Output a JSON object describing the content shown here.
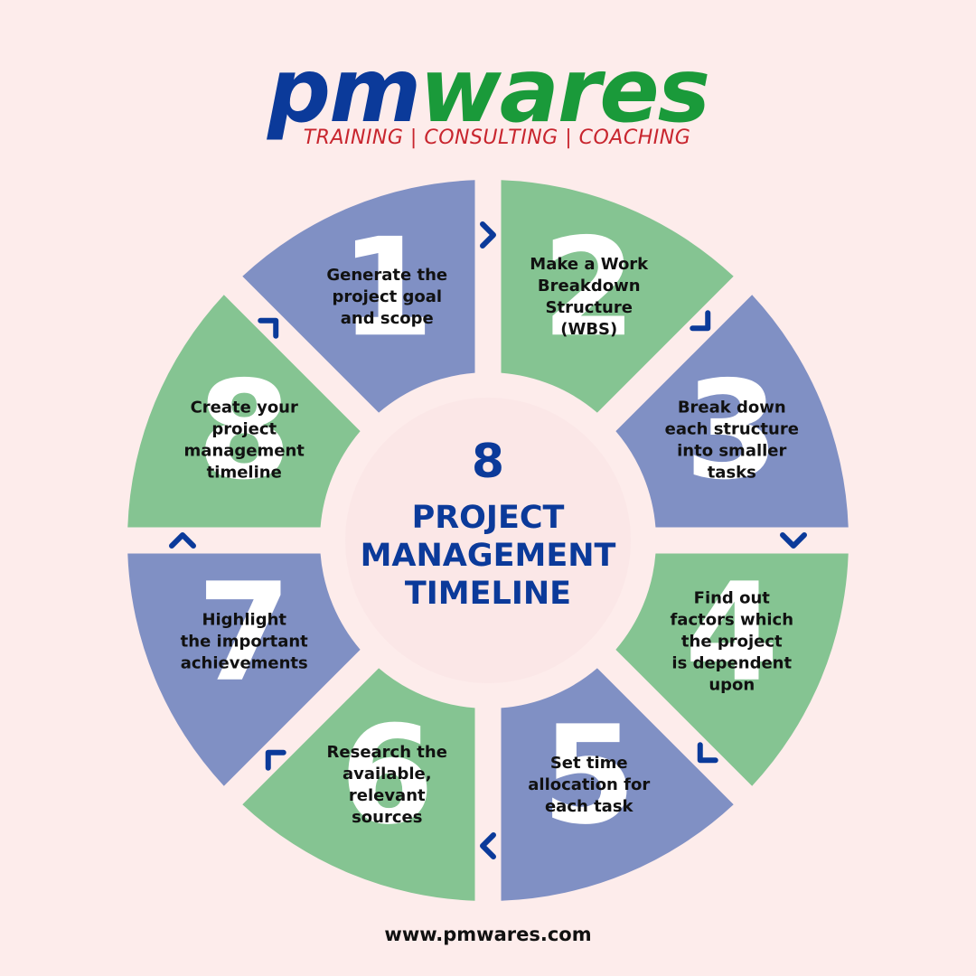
{
  "brand": {
    "logo_pm": "pm",
    "logo_wares": "wares",
    "tagline": "TRAINING | CONSULTING | COACHING",
    "colors": {
      "navy": "#0b3a9a",
      "green": "#1a9a3a",
      "red": "#c8252e"
    }
  },
  "center": {
    "number": "8",
    "lines": [
      "PROJECT",
      "MANAGEMENT",
      "TIMELINE"
    ]
  },
  "steps": [
    {
      "number": "1",
      "lines": [
        "Generate the",
        "project goal",
        "and scope"
      ],
      "color": "#8090c4"
    },
    {
      "number": "2",
      "lines": [
        "Make a Work",
        "Breakdown",
        "Structure",
        "(WBS)"
      ],
      "color": "#85c492"
    },
    {
      "number": "3",
      "lines": [
        "Break down",
        "each structure",
        "into smaller",
        "tasks"
      ],
      "color": "#8090c4"
    },
    {
      "number": "4",
      "lines": [
        "Find out",
        "factors which",
        "the project",
        "is dependent",
        "upon"
      ],
      "color": "#85c492"
    },
    {
      "number": "5",
      "lines": [
        "Set time",
        "allocation for",
        "each task"
      ],
      "color": "#8090c4"
    },
    {
      "number": "6",
      "lines": [
        "Research the",
        "available,",
        "relevant",
        "sources"
      ],
      "color": "#85c492"
    },
    {
      "number": "7",
      "lines": [
        "Highlight",
        "the important",
        "achievements"
      ],
      "color": "#8090c4"
    },
    {
      "number": "8",
      "lines": [
        "Create your",
        "project",
        "management",
        "timeline"
      ],
      "color": "#85c492"
    }
  ],
  "arrow_color": "#0b3a9a",
  "footer": {
    "website": "www.pmwares.com"
  }
}
